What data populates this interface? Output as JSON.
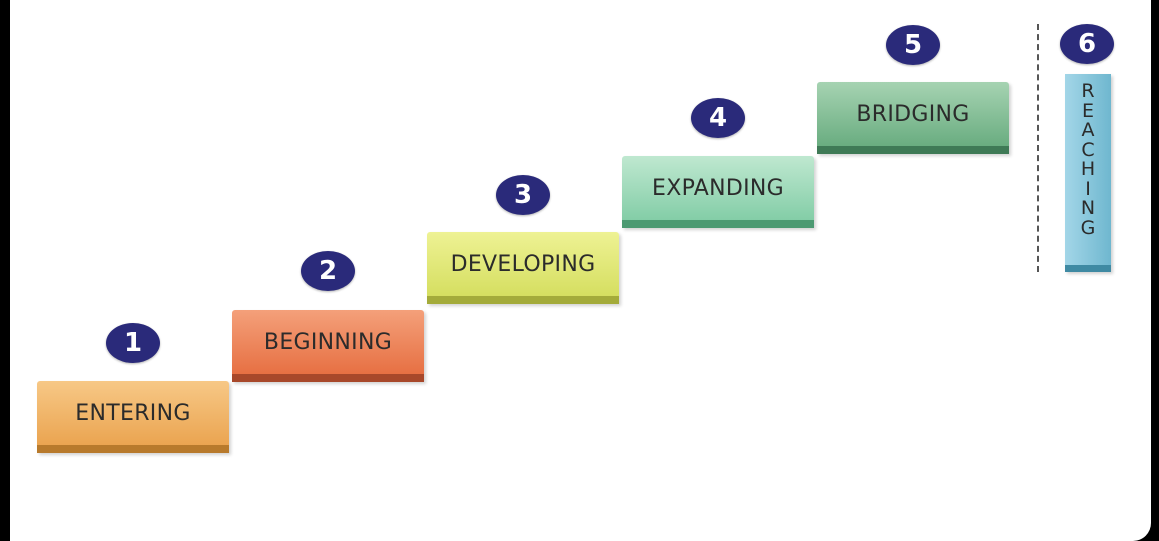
{
  "steps": [
    {
      "number": "1",
      "label": "ENTERING",
      "color": "#e9a04a"
    },
    {
      "number": "2",
      "label": "BEGINNING",
      "color": "#e56a3c"
    },
    {
      "number": "3",
      "label": "DEVELOPING",
      "color": "#d2dc5a"
    },
    {
      "number": "4",
      "label": "EXPANDING",
      "color": "#7ccaa2"
    },
    {
      "number": "5",
      "label": "BRIDGING",
      "color": "#62a87a"
    }
  ],
  "final_step": {
    "number": "6",
    "label": "REACHING",
    "color": "#6fb7cf"
  },
  "badge_color": "#2a2a7a"
}
